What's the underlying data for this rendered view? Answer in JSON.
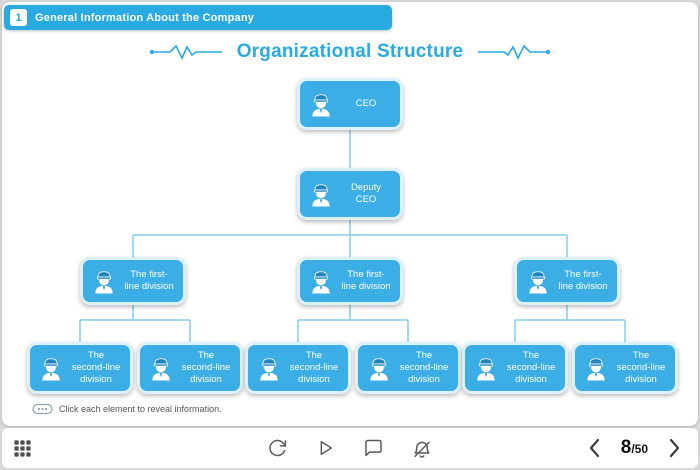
{
  "header": {
    "number": "1",
    "title": "General Information About the Company"
  },
  "slide": {
    "title": "Organizational Structure",
    "hint": "Click each element to reveal information."
  },
  "org": {
    "ceo": "CEO",
    "deputy_ceo": "Deputy CEO",
    "first_line": [
      "The first-line division",
      "The first-line division",
      "The first-line division"
    ],
    "second_line": [
      "The second-line division",
      "The second-line division",
      "The second-line division",
      "The second-line division",
      "The second-line division",
      "The second-line division"
    ]
  },
  "toolbar": {
    "page_current": "8",
    "page_total": "/50"
  },
  "icons": {
    "menu": "grid-icon",
    "replay": "refresh-icon",
    "play": "play-icon",
    "comments": "comment-icon",
    "notifications": "bell-slash-icon",
    "prev": "chevron-left-icon",
    "next": "chevron-right-icon",
    "hint": "dots-pill-icon",
    "node_avatar": "person-with-cap-icon"
  },
  "colors": {
    "accent": "#29ABE2",
    "node_fill": "#3BAEE5",
    "node_border": "#DDF1FB",
    "connector": "#82CFEE",
    "cap_blue": "#1F85BB",
    "toolbar_icon": "#5A5A5A"
  }
}
